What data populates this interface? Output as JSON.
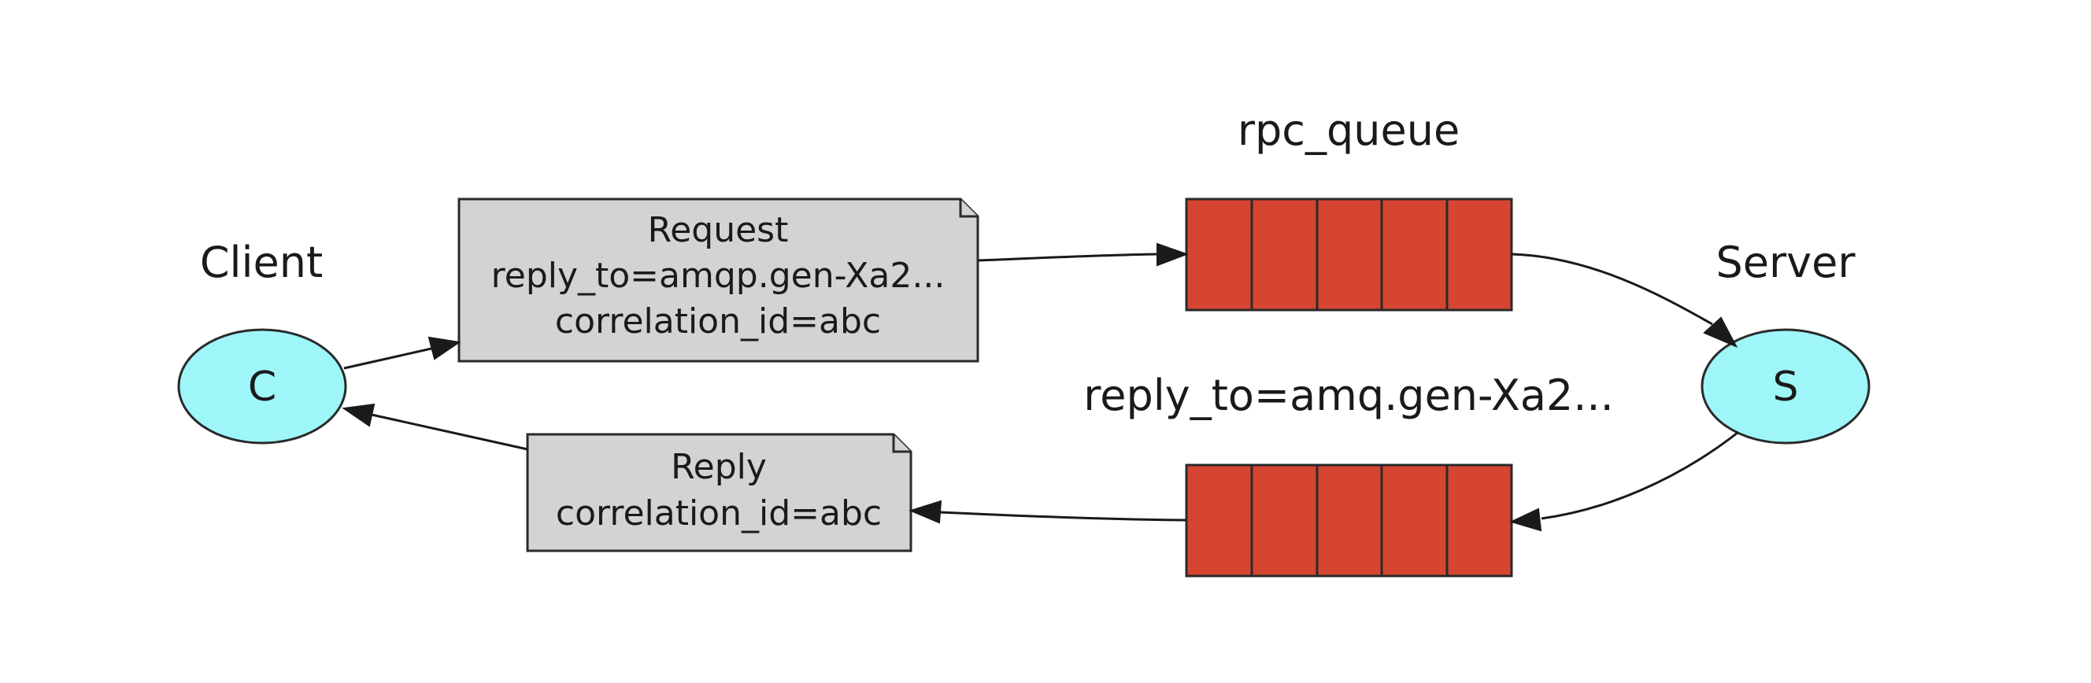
{
  "diagram": {
    "client": {
      "label": "Client",
      "symbol": "C"
    },
    "server": {
      "label": "Server",
      "symbol": "S"
    },
    "request_note": {
      "line1": "Request",
      "line2": "reply_to=amqp.gen-Xa2...",
      "line3": "correlation_id=abc"
    },
    "reply_note": {
      "line1": "Reply",
      "line2": "correlation_id=abc"
    },
    "request_queue": {
      "label": "rpc_queue"
    },
    "reply_queue": {
      "label": "reply_to=amq.gen-Xa2..."
    }
  },
  "colors": {
    "queue": "#d64532",
    "node": "#9ef6f8",
    "note": "#d3d3d3"
  }
}
